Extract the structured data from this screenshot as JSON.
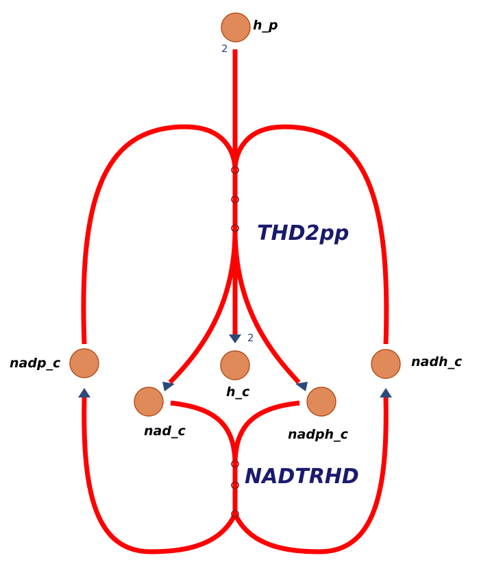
{
  "colors": {
    "edge": "#ff0000",
    "node_fill": "#e08a5a",
    "node_stroke": "#b5501c",
    "arrow": "#2b4a78",
    "reaction_label": "#1a1a6e",
    "stoich": "#2b4a78",
    "ring_stroke": "#8b1a1a"
  },
  "metabolites": {
    "h_p": "h_p",
    "nadp_c": "nadp_c",
    "nadh_c": "nadh_c",
    "h_c": "h_c",
    "nad_c": "nad_c",
    "nadph_c": "nadph_c"
  },
  "reactions": {
    "thd2pp": "THD2pp",
    "nadtrhd": "NADTRHD"
  },
  "stoichiometry": {
    "h_p_in": "2",
    "h_c_out": "2"
  }
}
